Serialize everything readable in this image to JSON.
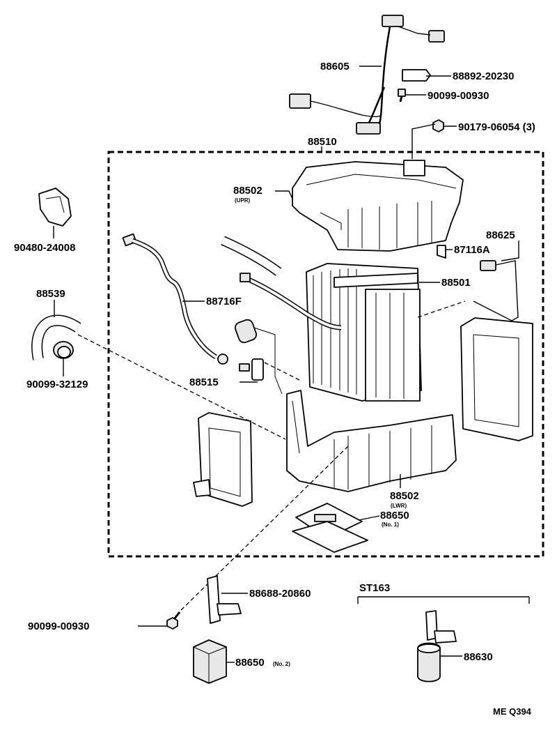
{
  "labels": {
    "p88605": "88605",
    "p88892": "88892-20230",
    "p90099a": "90099-00930",
    "p90179": "90179-06054 (3)",
    "p88510": "88510",
    "p88502u": "88502",
    "p88502u_sub": "(UPR)",
    "p90480": "90480-24008",
    "p88625": "88625",
    "p87116": "87116A",
    "p88539": "88539",
    "p88501": "88501",
    "p88716": "88716F",
    "p90099b": "90099-32129",
    "p88515": "88515",
    "p88502l": "88502",
    "p88502l_sub": "(LWR)",
    "p88650a": "88650",
    "p88650a_sub": "(No. 1)",
    "p88688": "88688-20860",
    "st163": "ST163",
    "p90099c": "90099-00930",
    "p88650b": "88650",
    "p88650b_sub": "(No. 2)",
    "p88630": "88630",
    "figure_code": "ME Q394"
  }
}
